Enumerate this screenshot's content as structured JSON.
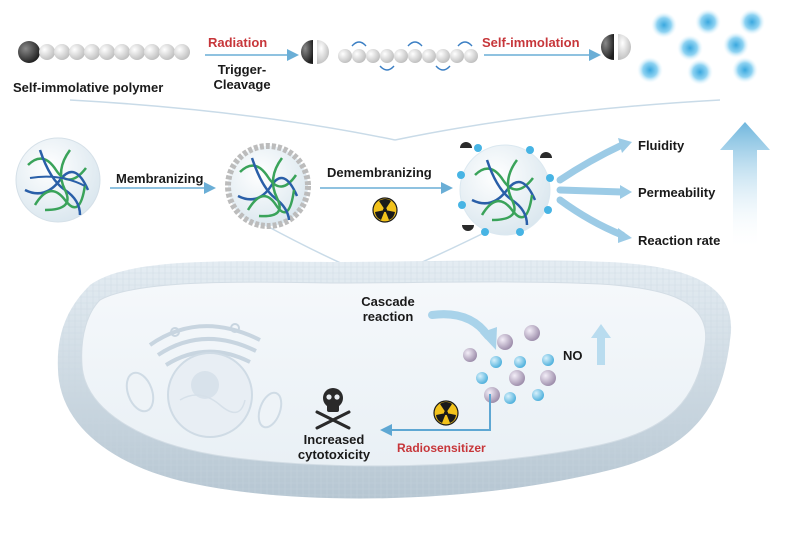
{
  "top_row": {
    "polymer_label": "Self-immolative polymer",
    "step1_label": "Radiation",
    "step1_sub_line1": "Trigger-",
    "step1_sub_line2": "Cleavage",
    "step2_label": "Self-immolation"
  },
  "middle_row": {
    "step1_label": "Membranizing",
    "step2_label": "Demembranizing",
    "outcomes": [
      "Fluidity",
      "Permeability",
      "Reaction rate"
    ]
  },
  "cell": {
    "cascade_line1": "Cascade",
    "cascade_line2": "reaction",
    "product_label": "NO",
    "radiosensitizer_label": "Radiosensitizer",
    "result_line1": "Increased",
    "result_line2": "cytotoxicity"
  },
  "icons": [
    "radiation-hazard-icon",
    "skull-crossbones-icon",
    "up-arrow-icon"
  ],
  "colors": {
    "accent_red": "#c7363a",
    "arrow_blue": "#6aaed6",
    "polymer_green": "#3aa35a",
    "polymer_blue": "#2a5fa8",
    "bubble_blue": "#47b4e4",
    "radiation_yellow": "#f2c21b"
  }
}
